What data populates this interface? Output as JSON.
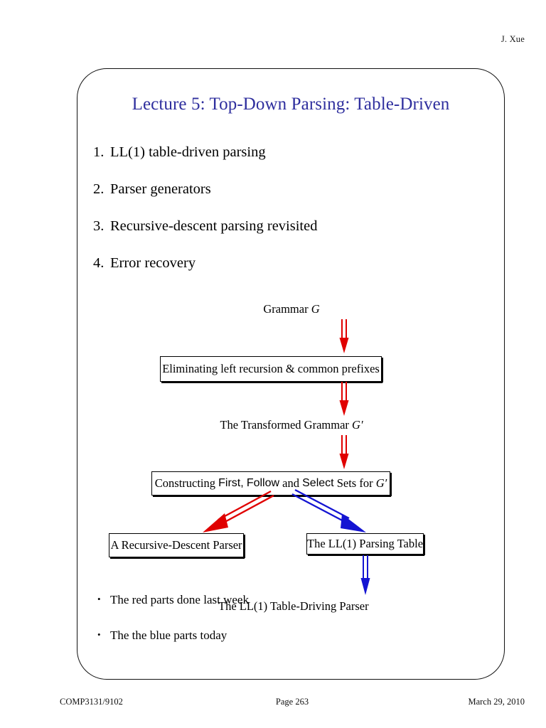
{
  "header": {
    "author": "J. Xue"
  },
  "slide": {
    "title": "Lecture 5: Top-Down Parsing: Table-Driven",
    "title_color": "#2f2f9e",
    "agenda": [
      {
        "number": "1.",
        "text": "LL(1) table-driven parsing"
      },
      {
        "number": "2.",
        "text": "Parser generators"
      },
      {
        "number": "3.",
        "text": "Recursive-descent parsing revisited"
      },
      {
        "number": "4.",
        "text": "Error recovery"
      }
    ],
    "flowchart": {
      "red_color": "#e00000",
      "blue_color": "#1414d2",
      "labels": {
        "grammar": "Grammar",
        "grammar_symbol": "G",
        "transformed": "The Transformed Grammar",
        "transformed_symbol": "G′",
        "table_driving_parser": "The LL(1) Table-Driving Parser"
      },
      "boxes": {
        "eliminating": "Eliminating left recursion & common prefixes",
        "constructing_pre": "Constructing",
        "constructing_first": "First,",
        "constructing_follow": "Follow",
        "constructing_and": "and",
        "constructing_select": "Select",
        "constructing_post": "Sets for",
        "constructing_symbol": "G′",
        "recursive_descent": "A Recursive-Descent Parser",
        "parsing_table": "The LL(1) Parsing Table"
      }
    },
    "notes": [
      {
        "bullet": "•",
        "text": "The red parts done last week"
      },
      {
        "bullet": "•",
        "text": "The the blue parts today"
      }
    ]
  },
  "footer": {
    "course": "COMP3131/9102",
    "page": "Page 263",
    "date": "March 29, 2010"
  }
}
